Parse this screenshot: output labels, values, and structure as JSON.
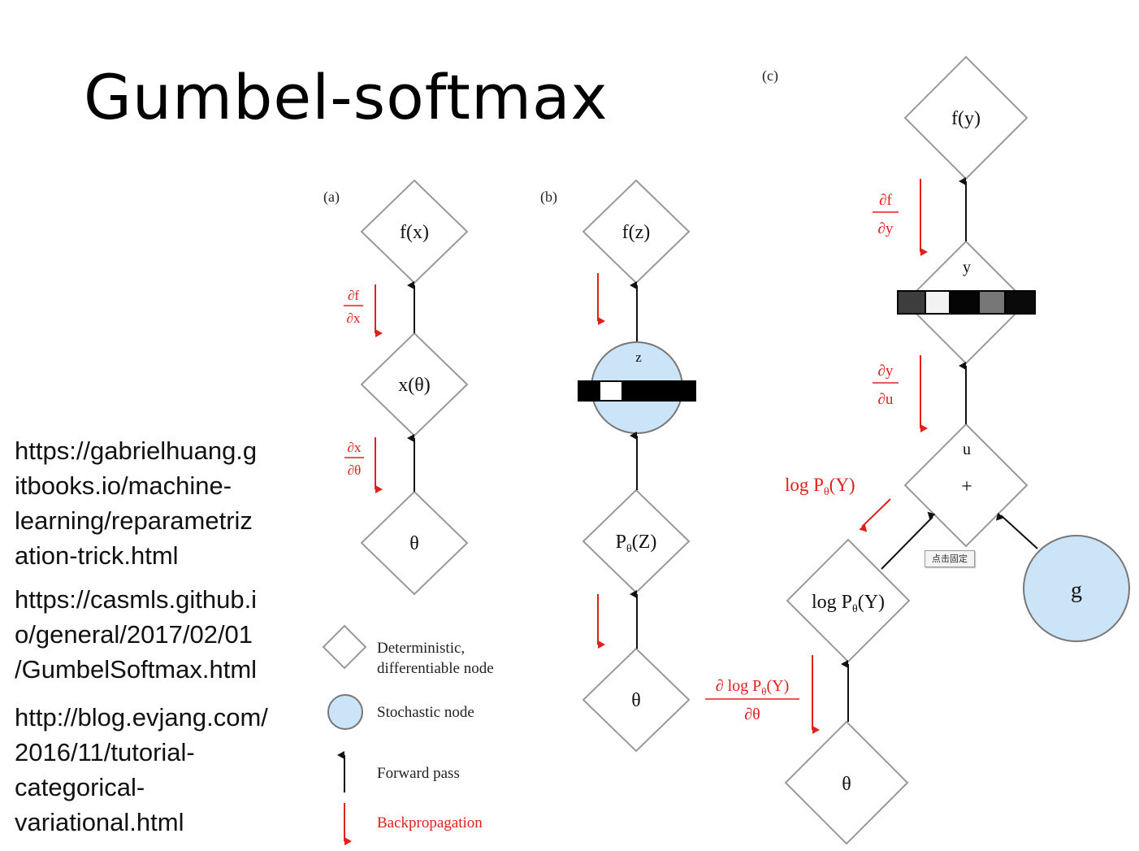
{
  "slide": {
    "title": "Gumbel-softmax"
  },
  "links": [
    {
      "lines": [
        "https://gabrielhuang.g",
        "itbooks.io/machine-",
        "learning/reparametriz",
        "ation-trick.html"
      ]
    },
    {
      "lines": [
        "https://casmls.github.i",
        "o/general/2017/02/01",
        "/GumbelSoftmax.html"
      ]
    },
    {
      "lines": [
        "http://blog.evjang.com/",
        "2016/11/tutorial-",
        "categorical-",
        "variational.html"
      ]
    }
  ],
  "panels": {
    "a": {
      "label": "(a)",
      "nodes": {
        "top": "f(x)",
        "mid": "x(θ)",
        "bottom": "θ"
      },
      "grads": [
        {
          "num": "∂f",
          "den": "∂x"
        },
        {
          "num": "∂x",
          "den": "∂θ"
        }
      ]
    },
    "b": {
      "label": "(b)",
      "nodes": {
        "top": "f(z)",
        "stochastic": "z",
        "dist": "P",
        "dist_sub": "θ",
        "dist_arg": "(Z)",
        "bottom": "θ"
      }
    },
    "c": {
      "label": "(c)",
      "nodes": {
        "top": "f(y)",
        "y": "y",
        "u": "u",
        "plus": "+",
        "logp": "log P",
        "logp_sub": "θ",
        "logp_arg": "(Y)",
        "g": "g",
        "bottom": "θ"
      },
      "grads": [
        {
          "num": "∂f",
          "den": "∂y"
        },
        {
          "num": "∂y",
          "den": "∂u"
        }
      ],
      "red_label": {
        "text": "log P",
        "sub": "θ",
        "arg": "(Y)"
      },
      "red_grad": {
        "num": "∂ log P",
        "num_sub": "θ",
        "num_arg": "(Y)",
        "den": "∂θ"
      }
    }
  },
  "legend": {
    "deterministic": [
      "Deterministic,",
      "differentiable node"
    ],
    "stochastic": "Stochastic node",
    "forward": "Forward pass",
    "backprop": "Backpropagation"
  },
  "tooltip": "点击固定",
  "colors": {
    "stochastic_fill": "#cce4f7",
    "backprop": "#e0201b",
    "forward": "#111111"
  }
}
